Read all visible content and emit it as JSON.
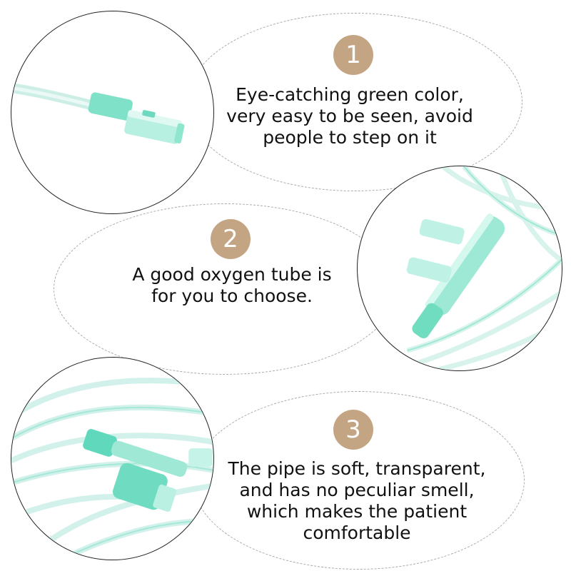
{
  "colors": {
    "badge": "#c4a583",
    "tube_green": "#5fd8bb",
    "tube_clear": "#c9efe6"
  },
  "features": [
    {
      "number": "1",
      "text": "Eye-catching green color,\nvery easy to be seen, avoid\npeople to step on it",
      "image_icon": "tube-end-connector-icon"
    },
    {
      "number": "2",
      "text": "A good oxygen tube is\nfor you to choose.",
      "image_icon": "nasal-prongs-icon"
    },
    {
      "number": "3",
      "text": "The pipe is soft, transparent,\nand has no peculiar smell,\nwhich makes the patient\ncomfortable",
      "image_icon": "coiled-tubing-icon"
    }
  ]
}
